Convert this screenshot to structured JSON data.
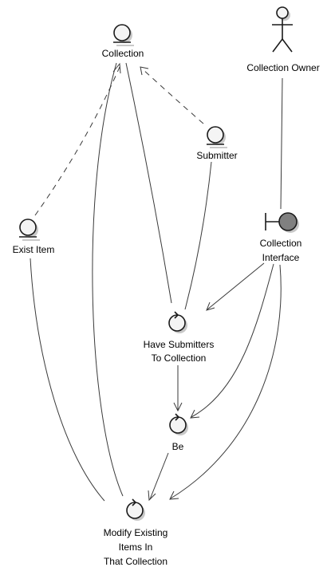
{
  "nodes": {
    "collection": {
      "label": "Collection",
      "kind": "entity"
    },
    "collection_owner": {
      "label": "Collection Owner",
      "kind": "actor"
    },
    "submitter": {
      "label": "Submitter",
      "kind": "entity"
    },
    "exist_item": {
      "label": "Exist Item",
      "kind": "entity"
    },
    "collection_interface": {
      "label_lines": [
        "Collection",
        "Interface"
      ],
      "kind": "boundary"
    },
    "have_submitters": {
      "label_lines": [
        "Have Submitters",
        "To Collection"
      ],
      "kind": "control"
    },
    "be": {
      "label": "Be",
      "kind": "control"
    },
    "modify_existing": {
      "label_lines": [
        "Modify Existing",
        "Items In",
        "That Collection"
      ],
      "kind": "control"
    }
  },
  "edges": [
    {
      "from": "submitter",
      "to": "collection",
      "style": "dashed",
      "arrow": true
    },
    {
      "from": "exist_item",
      "to": "collection",
      "style": "dashed",
      "arrow": true
    },
    {
      "from": "collection_owner",
      "to": "collection_interface",
      "style": "solid",
      "arrow": false
    },
    {
      "from": "collection",
      "to": "have_submitters",
      "style": "solid",
      "arrow": false
    },
    {
      "from": "submitter",
      "to": "have_submitters",
      "style": "solid",
      "arrow": false
    },
    {
      "from": "collection_interface",
      "to": "have_submitters",
      "style": "solid",
      "arrow": true
    },
    {
      "from": "collection_interface",
      "to": "be",
      "style": "solid",
      "arrow": true
    },
    {
      "from": "collection_interface",
      "to": "modify_existing",
      "style": "solid",
      "arrow": true
    },
    {
      "from": "have_submitters",
      "to": "be",
      "style": "solid",
      "arrow": true
    },
    {
      "from": "be",
      "to": "modify_existing",
      "style": "solid",
      "arrow": true
    },
    {
      "from": "collection",
      "to": "modify_existing",
      "style": "solid",
      "arrow": false
    },
    {
      "from": "exist_item",
      "to": "modify_existing",
      "style": "solid",
      "arrow": false
    }
  ],
  "colors": {
    "shape_fill": "#f4f4f4",
    "boundary_fill": "#808080",
    "stroke": "#1a1a1a",
    "edge": "#3a3a3a"
  }
}
